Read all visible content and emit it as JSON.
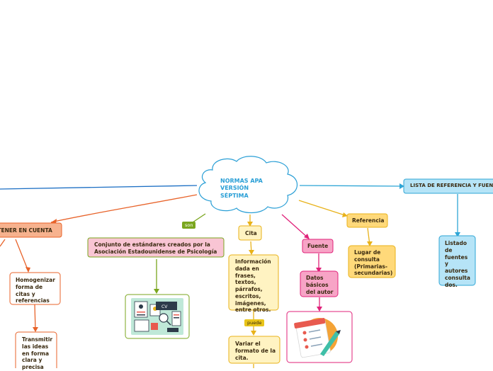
{
  "central": {
    "title": "NORMAS APA\nVERSIÓN\nSÉPTIMA",
    "color": "#2a9fd6"
  },
  "nodes": {
    "tener_cuenta": "A TENER EN CUENTA",
    "homogenizar": "Homogenizar\nforma de\ncitas y\nreferencias",
    "transmitir": "Transmitir\nlas ideas\nen forma\nclara y\nprecisa",
    "conjunto": "Conjunto de estándares creados por la\nAsociación  Estadounidense de Psicología",
    "son": "son",
    "cita": "Cita",
    "informacion": "Información\ndada en\nfrases,\ntextos,\npárrafos,\nescritos,\nimágenes,\nentre otros.",
    "puede": "puede",
    "variar": "Variar el\nformato de la\ncita.",
    "fuente": "Fuente",
    "datos": "Datos\nbásicos\ndel autor",
    "referencia": "Referencia",
    "lugar": "Lugar de\nconsulta\n(Primarias-\nsecundarias)",
    "lista": "LISTA DE REFERENCIA Y FUENTES",
    "listado": "Listado\nde\nfuentes\ny\nautores\nconsulta\ndos."
  },
  "colors": {
    "orange": "#e8632a",
    "green": "#7aa61e",
    "yellow": "#e8b21a",
    "pink": "#e0227a",
    "blue": "#1c6fc4",
    "cyan": "#2fa6d6"
  }
}
